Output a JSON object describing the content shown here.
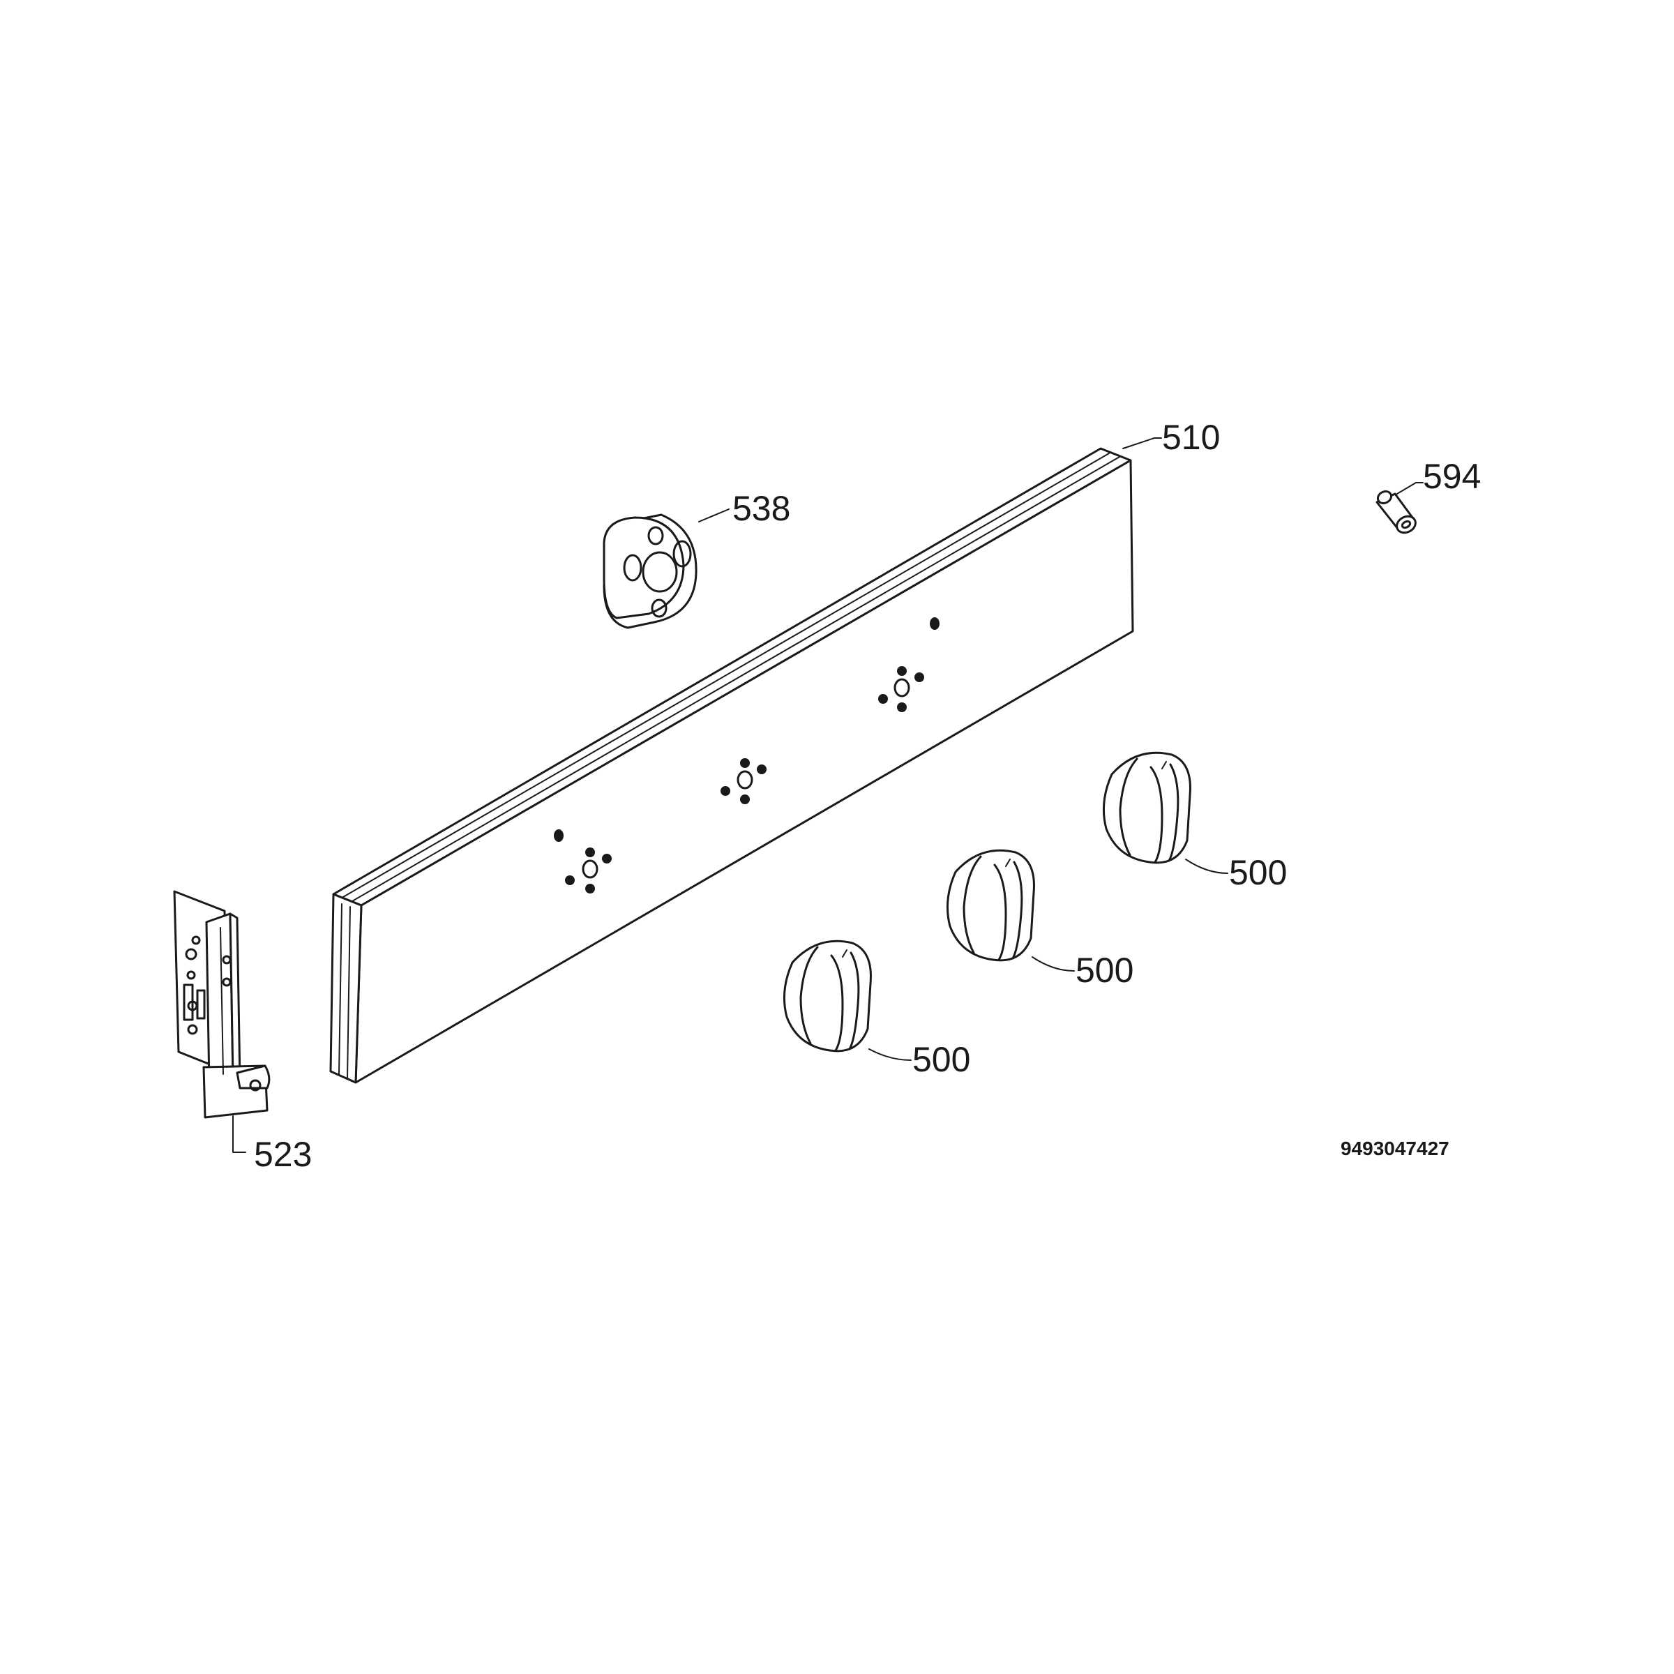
{
  "callouts": {
    "panel": "510",
    "spacer": "538",
    "pin": "594",
    "bracket": "523",
    "knob_right": "500",
    "knob_middle": "500",
    "knob_left": "500"
  },
  "diagram_code": "9493047427"
}
